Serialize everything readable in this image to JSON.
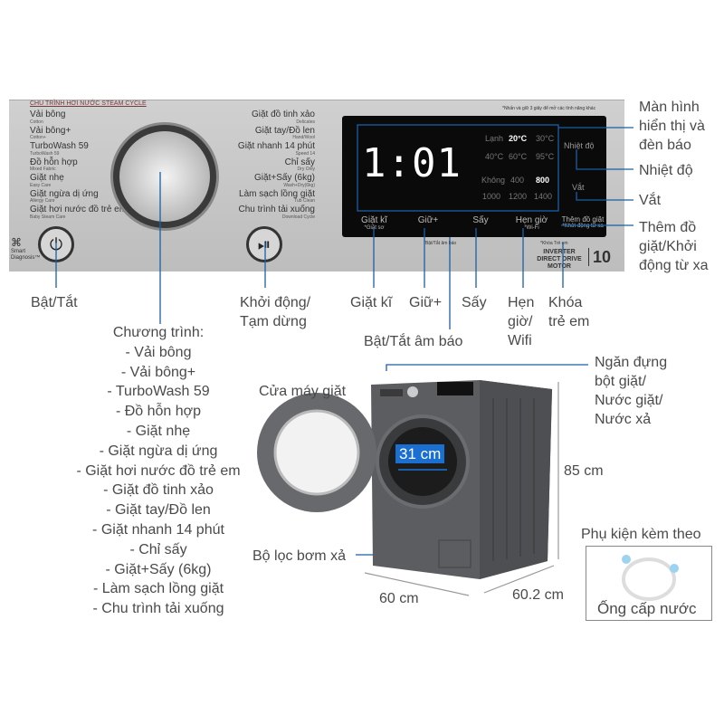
{
  "panel": {
    "steam_header": "CHU TRÌNH HƠI NƯỚC STEAM CYCLE",
    "note": "*Nhấn và giữ 3 giây để mở các tính năng khác",
    "programs_left": [
      {
        "vi": "Vải bông",
        "en": "Cotton"
      },
      {
        "vi": "Vải bông+",
        "en": "Cotton+"
      },
      {
        "vi": "TurboWash 59",
        "en": "TurboWash 59"
      },
      {
        "vi": "Đồ hỗn hợp",
        "en": "Mixed Fabric"
      },
      {
        "vi": "Giặt nhẹ",
        "en": "Easy Care"
      },
      {
        "vi": "Giặt ngừa dị ứng",
        "en": "Allergy Care"
      },
      {
        "vi": "Giặt hơi nước đồ trẻ em",
        "en": "Baby Steam Care"
      }
    ],
    "programs_right": [
      {
        "vi": "Giặt đồ tinh xảo",
        "en": "Delicates"
      },
      {
        "vi": "Giặt tay/Đồ len",
        "en": "Hand/Wool"
      },
      {
        "vi": "Giặt nhanh 14 phút",
        "en": "Speed 14"
      },
      {
        "vi": "Chỉ sấy",
        "en": "Dry Only"
      },
      {
        "vi": "Giặt+Sấy (6kg)",
        "en": "Wash+Dry(6kg)"
      },
      {
        "vi": "Làm sạch lồng giặt",
        "en": "Tub Clean"
      },
      {
        "vi": "Chu trình tải xuống",
        "en": "Download Cycle"
      }
    ],
    "smart_diagnosis": "Smart Diagnosis™",
    "display": {
      "time": "1:01",
      "temps": [
        "Lạnh",
        "20°C",
        "30°C",
        "40°C",
        "60°C",
        "95°C"
      ],
      "temp_selected": "20°C",
      "spins": [
        "Không",
        "400",
        "800",
        "1000",
        "1200",
        "1400"
      ],
      "spin_selected": "800",
      "temp_label": "Nhiệt độ",
      "spin_label": "Vắt"
    },
    "buttons": [
      {
        "label": "Giặt kĩ",
        "sub": "*Giặt sơ"
      },
      {
        "label": "Giữ+",
        "sub": ""
      },
      {
        "label": "Sấy",
        "sub": ""
      },
      {
        "label": "Hẹn giờ",
        "sub": "*Wi-Fi"
      },
      {
        "label": "Thêm đồ giặt",
        "sub": "*Khởi động từ xa"
      }
    ],
    "beep_note": "*Bật/Tắt âm báo",
    "child_lock_note": "*Khóa Trẻ em",
    "badge": "INVERTER DIRECT DRIVE MOTOR",
    "warranty": "10"
  },
  "callouts": {
    "power": "Bật/Tắt",
    "start_pause": "Khởi động/ Tạm dừng",
    "prewash": "Giặt kĩ",
    "hold": "Giữ+",
    "dry": "Sấy",
    "beep": "Bật/Tắt âm báo",
    "timer": "Hẹn giờ/ Wifi",
    "child_lock": "Khóa trẻ em",
    "display": "Màn hình hiển thị và đèn báo",
    "temperature": "Nhiệt độ",
    "spin": "Vắt",
    "add_item": "Thêm đồ giặt/Khởi động từ xa",
    "drawer": "Ngăn đựng bột giặt/ Nước giặt/ Nước xả",
    "door": "Cửa máy giặt",
    "filter": "Bộ lọc bơm xả",
    "door_diameter": "31 cm",
    "height": "85 cm",
    "width": "60 cm",
    "depth": "60.2 cm",
    "accessory_title": "Phụ kiện kèm theo",
    "accessory_item": "Ống cấp nước"
  },
  "programs": {
    "title": "Chương trình:",
    "items": [
      "- Vải bông",
      "- Vải bông+",
      "- TurboWash 59",
      "- Đồ hỗn hợp",
      "- Giặt nhẹ",
      "- Giặt ngừa dị ứng",
      "- Giặt hơi nước đồ trẻ em",
      "- Giặt đồ tinh xảo",
      "- Giặt tay/Đồ len",
      "- Giặt nhanh 14 phút",
      "- Chỉ sấy",
      "- Giặt+Sấy (6kg)",
      "- Làm sạch lồng giặt",
      "- Chu trình tải xuống"
    ]
  },
  "colors": {
    "leader": "#1a5fa8",
    "panel": "#c8c8c8",
    "machine": "#5b5d60"
  }
}
